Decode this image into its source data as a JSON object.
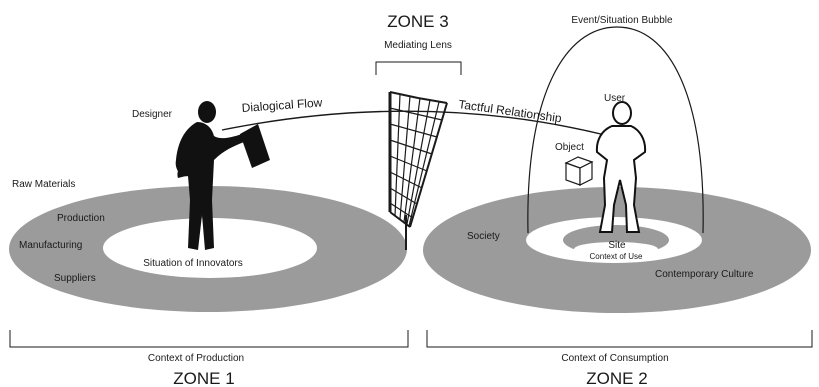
{
  "zones": {
    "zone1": "ZONE 1",
    "zone2": "ZONE 2",
    "zone3": "ZONE 3"
  },
  "labels": {
    "mediating_lens": "Mediating Lens",
    "event_bubble": "Event/Situation Bubble",
    "designer": "Designer",
    "dialogical_flow": "Dialogical Flow",
    "tactful_relationship": "Tactful Relationship",
    "user": "User",
    "object": "Object",
    "raw_materials": "Raw Materials",
    "production": "Production",
    "manufacturing": "Manufacturing",
    "suppliers": "Suppliers",
    "situation_of_innovators": "Situation of Innovators",
    "society": "Society",
    "site": "Site",
    "context_of_use": "Context of Use",
    "contemporary_culture": "Contemporary Culture",
    "context_of_production": "Context of Production",
    "context_of_consumption": "Context of Consumption"
  },
  "colors": {
    "ring_fill": "#9b9b9b",
    "inner_fill": "#ffffff",
    "site_fill": "#9b9b9b",
    "ink": "#1a1a1a"
  }
}
